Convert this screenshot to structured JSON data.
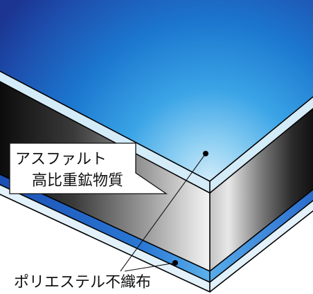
{
  "labels": {
    "asphalt_line1": "アスファルト",
    "asphalt_line2": "高比重鉱物質",
    "polyester": "ポリエステル不織布"
  },
  "colors": {
    "top_face": [
      "#d2ecf9",
      "#8fd0f3",
      "#3aa4e6",
      "#1c78cf",
      "#1d4fae",
      "#1c3592"
    ],
    "edge_band": "#d4ebf8",
    "base_edge_band": "#e2f1fa",
    "blue_band_left": [
      "#1b4fb3",
      "#2b7ad6",
      "#5db2ea"
    ],
    "blue_band_right": [
      "#58acea",
      "#2a6ccd"
    ],
    "outline": "#000000"
  }
}
